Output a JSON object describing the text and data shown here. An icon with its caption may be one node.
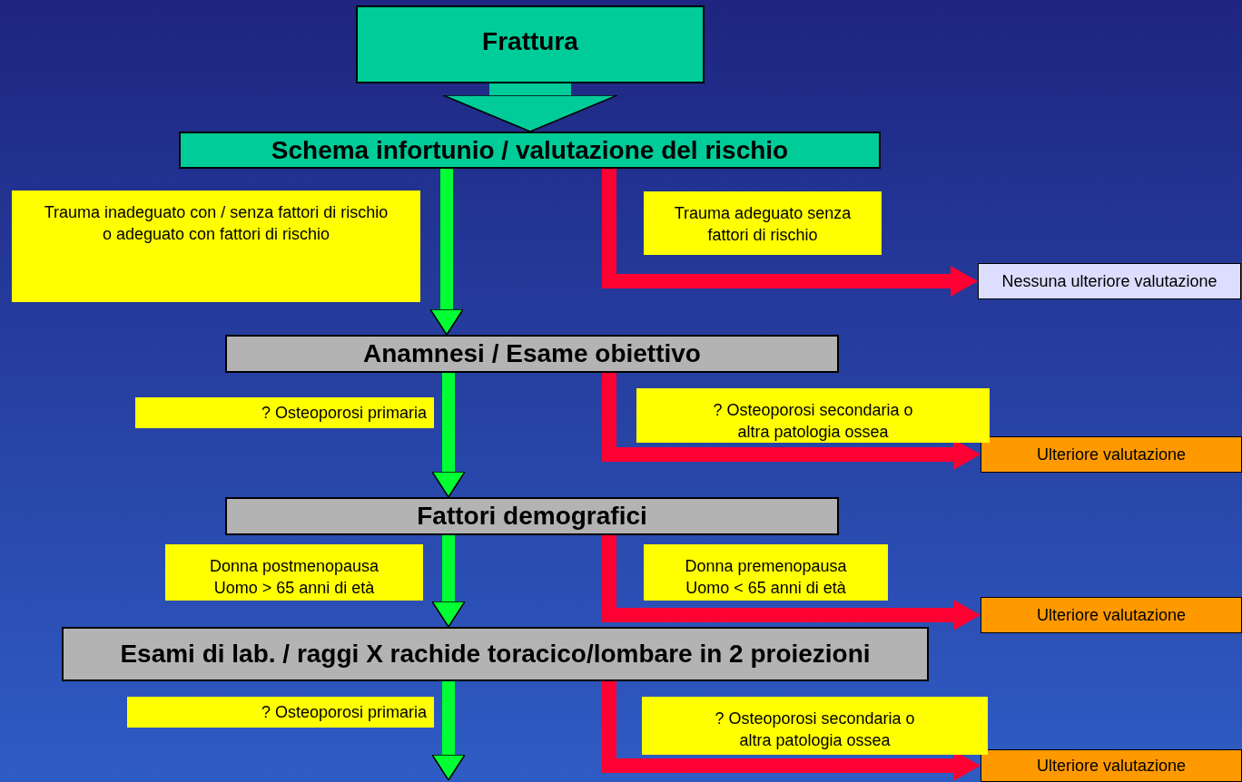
{
  "diagram": {
    "nodes": [
      {
        "text": [
          "Frattura"
        ]
      },
      {
        "text": [
          "Schema infortunio / valutazione del rischio"
        ]
      },
      {
        "text": [
          "Nessuna ulteriore valutazione"
        ]
      },
      {
        "text": [
          "Anamnesi / Esame obiettivo"
        ]
      },
      {
        "text": [
          "Ulteriore valutazione"
        ]
      },
      {
        "text": [
          "Fattori demografici"
        ]
      },
      {
        "text": [
          "Ulteriore valutazione"
        ]
      },
      {
        "text": [
          "Esami di lab. / raggi X rachide toracico/lombare in 2 proiezioni"
        ]
      },
      {
        "text": [
          "Ulteriore valutazione"
        ]
      }
    ],
    "edges": [
      {
        "from": 0,
        "to": 1,
        "arrow": "to",
        "color": "#00cc99",
        "style": "thick"
      },
      {
        "from": 1,
        "to": 3,
        "arrow": "to",
        "color": "#00ff33",
        "label": "Trauma inadeguato con / senza fattori di rischio o adeguato con fattori di rischio"
      },
      {
        "from": 1,
        "to": 2,
        "arrow": "to",
        "color": "#ff0033",
        "label": "Trauma adeguato senza fattori di rischio"
      },
      {
        "from": 3,
        "to": 5,
        "arrow": "to",
        "color": "#00ff33",
        "label": "? Osteoporosi primaria"
      },
      {
        "from": 3,
        "to": 4,
        "arrow": "to",
        "color": "#ff0033",
        "label": "? Osteoporosi secondaria o altra patologia ossea"
      },
      {
        "from": 5,
        "to": 7,
        "arrow": "to",
        "color": "#00ff33",
        "label": "Donna postmenopausa Uomo > 65 anni di età"
      },
      {
        "from": 5,
        "to": 6,
        "arrow": "to",
        "color": "#ff0033",
        "label": "Donna premenopausa Uomo < 65 anni di età"
      },
      {
        "from": 7,
        "to": null,
        "arrow": "to",
        "color": "#00ff33",
        "label": "? Osteoporosi primaria"
      },
      {
        "from": 7,
        "to": 8,
        "arrow": "to",
        "color": "#ff0033",
        "label": "? Osteoporosi secondaria o altra patologia ossea"
      }
    ]
  }
}
